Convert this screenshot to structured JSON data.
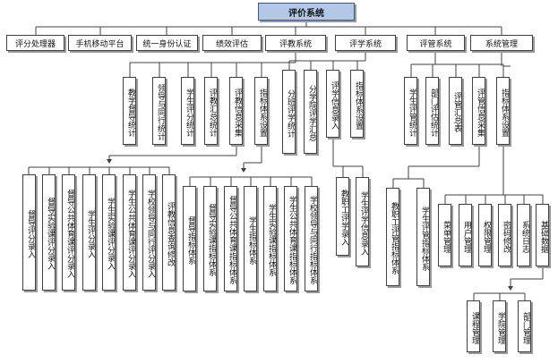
{
  "root": "评价系统",
  "level1": [
    "评分处理器",
    "手机移动平台",
    "统一身份认证",
    "绩效评估",
    "评教系统",
    "评学系统",
    "评管系统",
    "系统管理"
  ],
  "pingjiao": [
    "教学督导统计",
    "领导与同行统计",
    "学生评分统计",
    "评教汇总统计",
    "评教信息采集",
    "指标体系设置"
  ],
  "pingjiao_caiji": [
    "督导评分录入",
    "督导实验课评分录入",
    "督导公共体育课评分录入",
    "学生评分录入",
    "学生实验课评分录入",
    "学生公共体育课评分录入",
    "学校领导与同行评分录入",
    "评教信息查询修改"
  ],
  "pingjiao_zhibiao": [
    "督导指标体系",
    "督导实验课指标体系",
    "督导公共体育课指标体系",
    "学生指标体系",
    "学生实验课指标体系",
    "学生公共体育课指标体系",
    "学校领导与同行指标体系"
  ],
  "pingxue": [
    "分班评学统计",
    "分学院评学汇总",
    "评学信息录入",
    "指标体系设置"
  ],
  "pingxue_xinxi": [
    "教职工评学录入",
    "学生评学信息录入"
  ],
  "pingguan": [
    "学生评管统计",
    "部门评估统计",
    "评管汇总表",
    "评管信息采集",
    "指标体系设置"
  ],
  "pingguan_zhibiao": [
    "教职工评管指标体系",
    "学生评管指标体系"
  ],
  "xitong": [
    "菜单管理",
    "用户管理",
    "权限管理",
    "密码修改",
    "系统日志",
    "基础数据"
  ],
  "jichu": [
    "课程管理",
    "学院管理",
    "部门管理"
  ],
  "colors": {
    "root_fill": "#b4c7e7",
    "line": "#404040",
    "shadow": "#9a9a9a"
  }
}
